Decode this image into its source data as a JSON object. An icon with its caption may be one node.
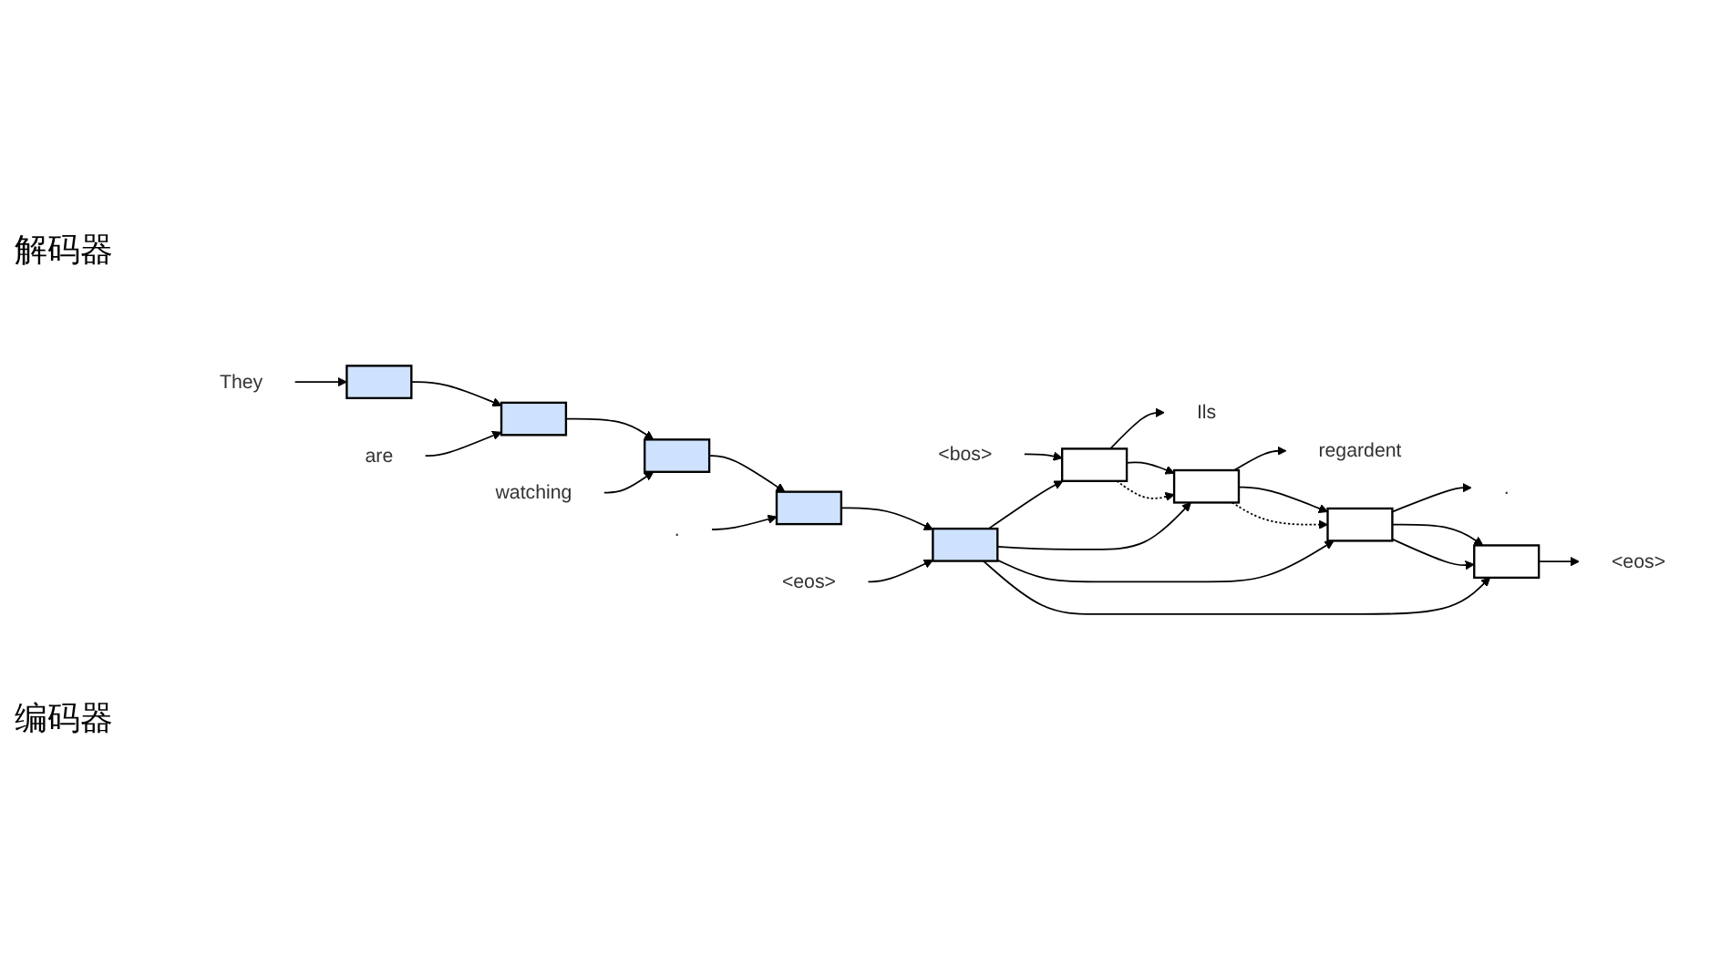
{
  "diagram": {
    "nodes": [
      {
        "text": [
          "Ils"
        ]
      },
      {
        "text": [
          "regardent"
        ]
      },
      {
        "text": [
          "."
        ]
      },
      {
        "text": [
          "<eos>"
        ]
      },
      {
        "text": [],
        "shape": "box"
      },
      {
        "text": [],
        "shape": "box"
      },
      {
        "text": [],
        "shape": "box"
      },
      {
        "text": [],
        "shape": "box"
      },
      {
        "text": [
          "<bos>"
        ]
      },
      {
        "text": [],
        "shape": "box"
      },
      {
        "text": [],
        "shape": "box"
      },
      {
        "text": [],
        "shape": "box"
      },
      {
        "text": [],
        "shape": "box"
      },
      {
        "text": [],
        "shape": "box"
      },
      {
        "text": [
          "They"
        ]
      },
      {
        "text": [
          "are"
        ]
      },
      {
        "text": [
          "watching"
        ]
      },
      {
        "text": [
          "."
        ]
      },
      {
        "text": [
          "<eos>"
        ]
      }
    ],
    "edges": [
      {
        "from": 4,
        "to": 0,
        "arrow": "to"
      },
      {
        "from": 5,
        "to": 1,
        "arrow": "to"
      },
      {
        "from": 6,
        "to": 2,
        "arrow": "to"
      },
      {
        "from": 7,
        "to": 3,
        "arrow": "to"
      },
      {
        "from": 4,
        "to": 5,
        "arrow": "to"
      },
      {
        "from": 5,
        "to": 6,
        "arrow": "to"
      },
      {
        "from": 6,
        "to": 7,
        "arrow": "to"
      },
      {
        "from": 4,
        "to": 5,
        "arrow": "to",
        "style": "dashed"
      },
      {
        "from": 5,
        "to": 6,
        "arrow": "to",
        "style": "dashed"
      },
      {
        "from": 6,
        "to": 7,
        "arrow": "to"
      },
      {
        "from": 8,
        "to": 4,
        "arrow": "to"
      },
      {
        "from": 9,
        "to": 10,
        "arrow": "to"
      },
      {
        "from": 10,
        "to": 11,
        "arrow": "to"
      },
      {
        "from": 11,
        "to": 12,
        "arrow": "to"
      },
      {
        "from": 12,
        "to": 13,
        "arrow": "to"
      },
      {
        "from": 14,
        "to": 9,
        "arrow": "to"
      },
      {
        "from": 15,
        "to": 10,
        "arrow": "to"
      },
      {
        "from": 16,
        "to": 11,
        "arrow": "to"
      },
      {
        "from": 17,
        "to": 12,
        "arrow": "to"
      },
      {
        "from": 18,
        "to": 13,
        "arrow": "to"
      },
      {
        "from": 13,
        "to": 4,
        "arrow": "to"
      },
      {
        "from": 13,
        "to": 5,
        "arrow": "to"
      },
      {
        "from": 13,
        "to": 6,
        "arrow": "to"
      },
      {
        "from": 13,
        "to": 7,
        "arrow": "to"
      }
    ],
    "labels": [
      "解码器",
      "编码器"
    ]
  }
}
